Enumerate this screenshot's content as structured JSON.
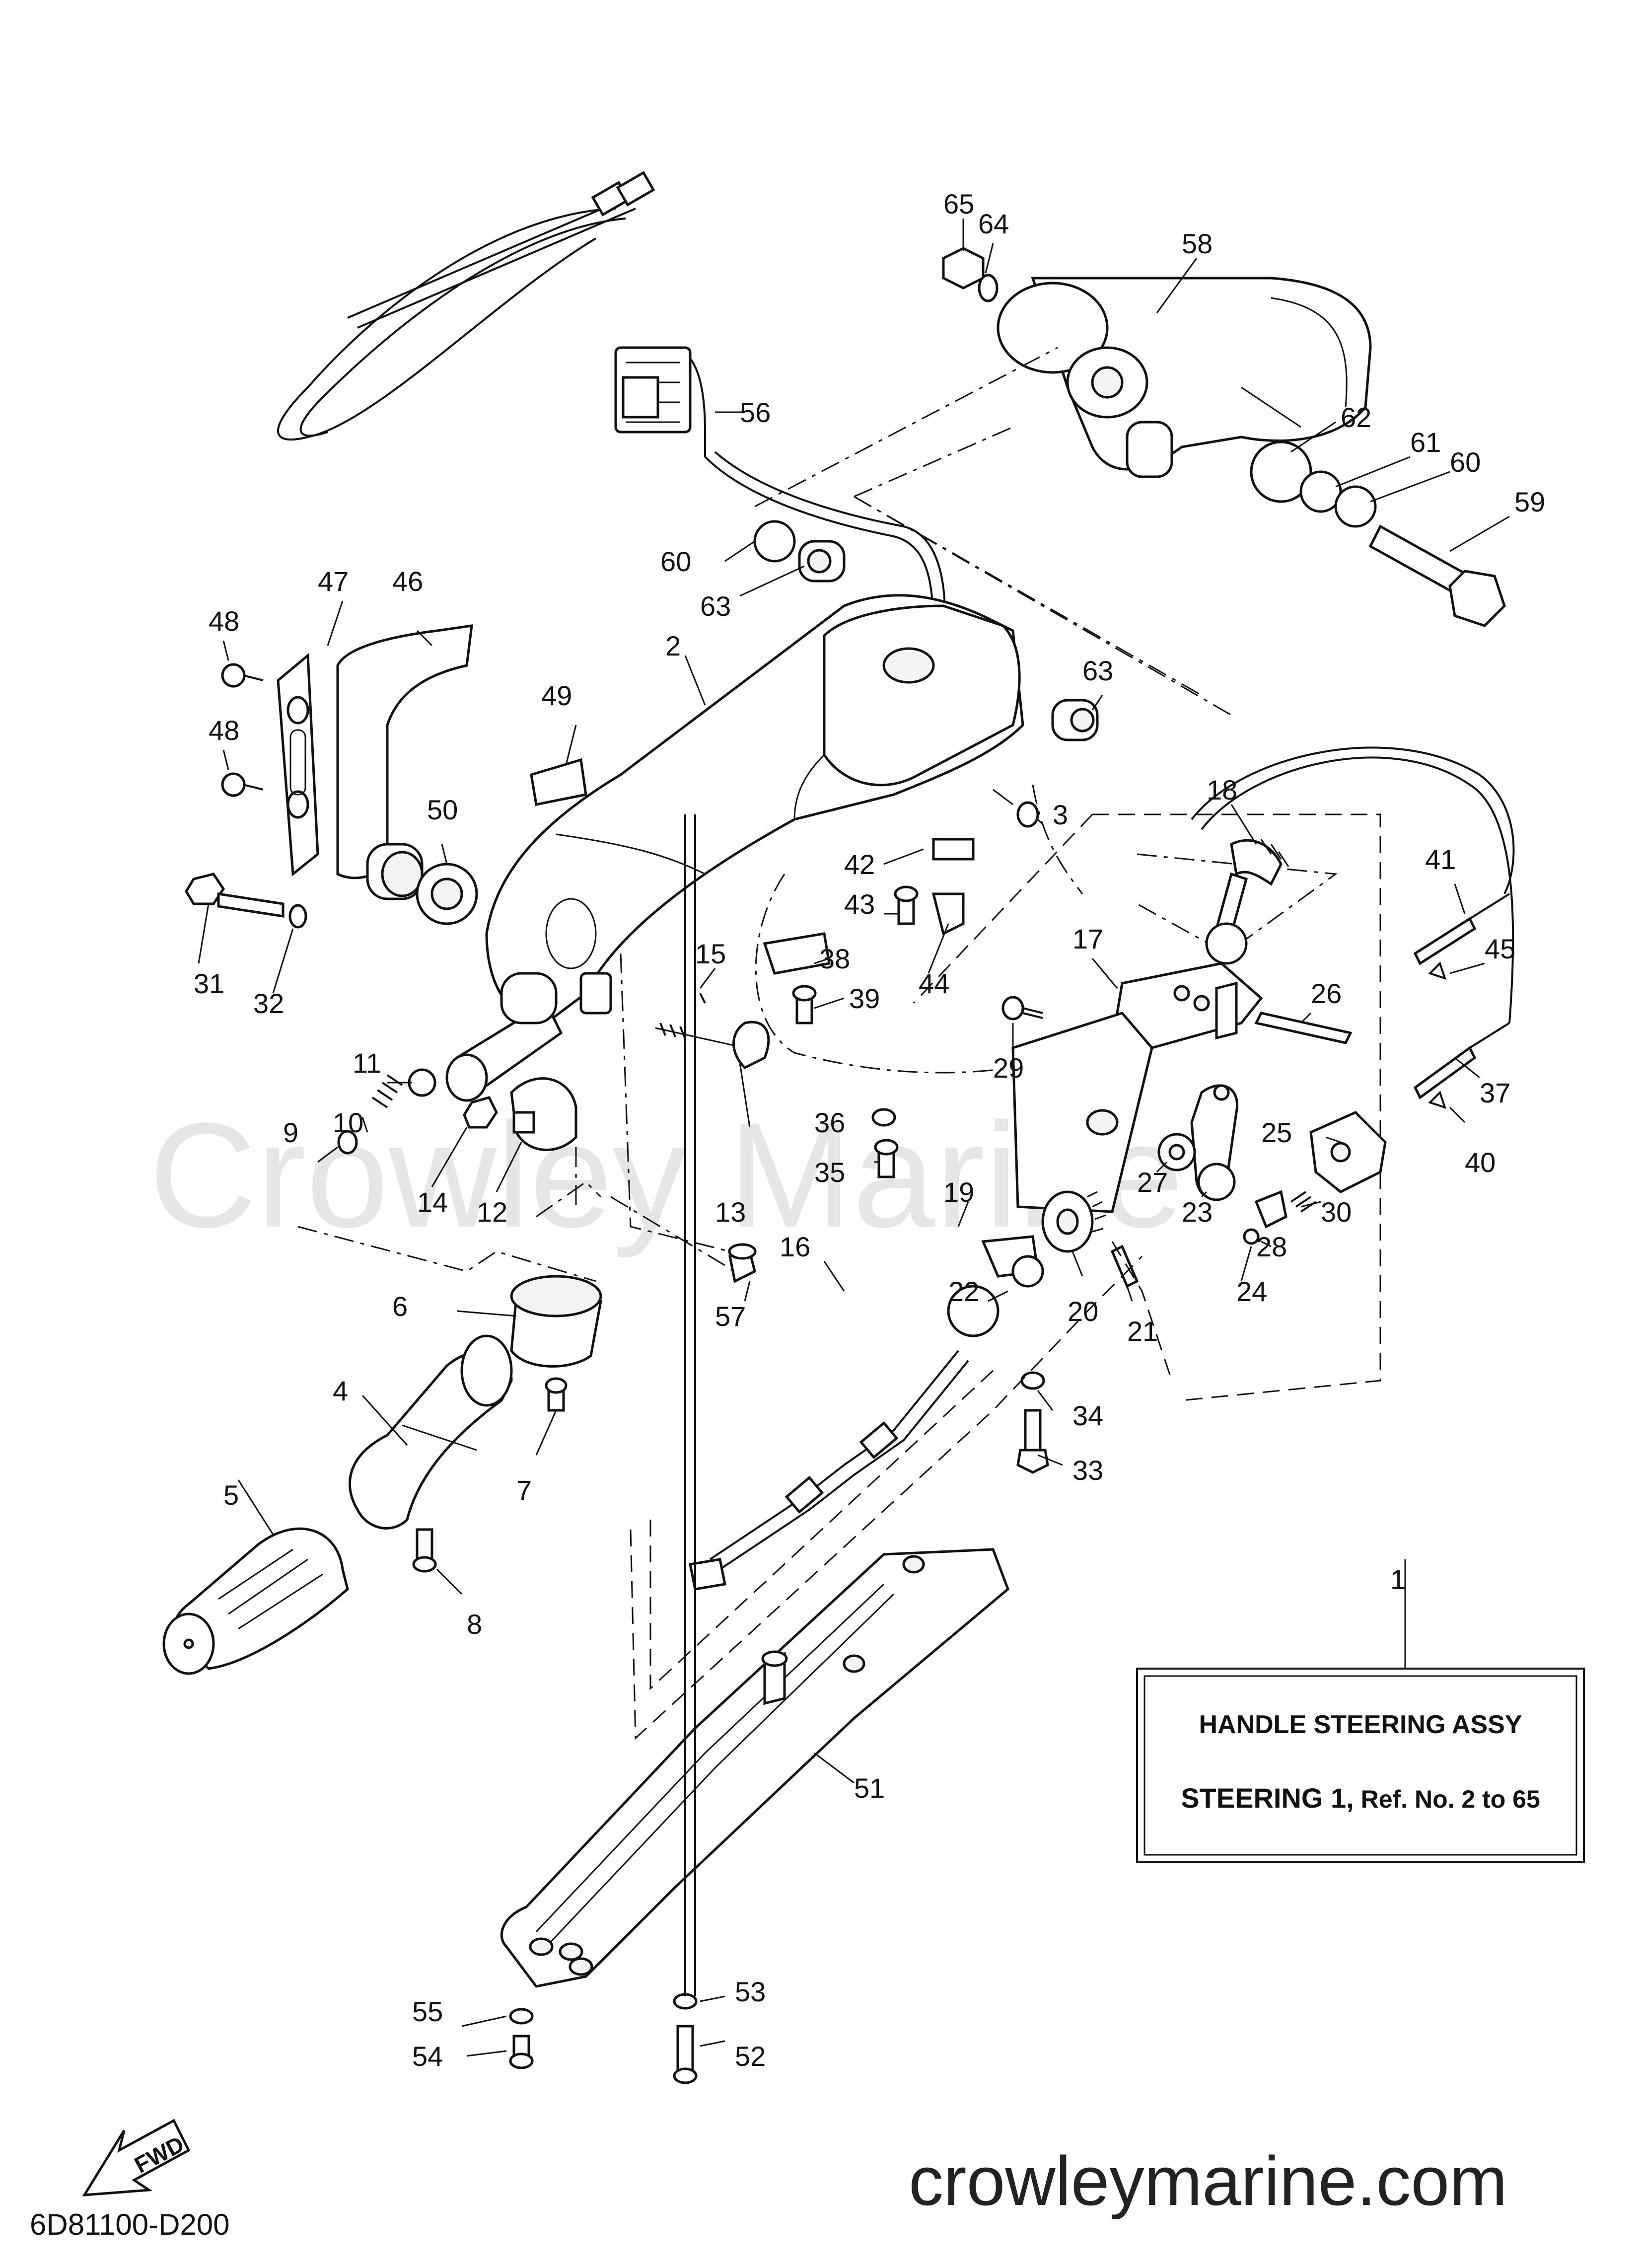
{
  "watermark": "Crowley Marine",
  "footer_site": "crowleymarine.com",
  "drawing_code": "6D81100-D200",
  "fwd_label": "FWD",
  "assy_box": {
    "ref": "1",
    "line1": "HANDLE STEERING ASSY",
    "line2_bold": "STEERING 1,",
    "line2_rest": " Ref. No. 2 to 65"
  },
  "callouts": [
    {
      "id": "65",
      "label": "65"
    },
    {
      "id": "64",
      "label": "64"
    },
    {
      "id": "58",
      "label": "58"
    },
    {
      "id": "56",
      "label": "56"
    },
    {
      "id": "62",
      "label": "62"
    },
    {
      "id": "61",
      "label": "61"
    },
    {
      "id": "60a",
      "label": "60"
    },
    {
      "id": "59",
      "label": "59"
    },
    {
      "id": "60b",
      "label": "60"
    },
    {
      "id": "63a",
      "label": "63"
    },
    {
      "id": "63b",
      "label": "63"
    },
    {
      "id": "47",
      "label": "47"
    },
    {
      "id": "46",
      "label": "46"
    },
    {
      "id": "48a",
      "label": "48"
    },
    {
      "id": "48b",
      "label": "48"
    },
    {
      "id": "2",
      "label": "2"
    },
    {
      "id": "49",
      "label": "49"
    },
    {
      "id": "3",
      "label": "3"
    },
    {
      "id": "18",
      "label": "18"
    },
    {
      "id": "50",
      "label": "50"
    },
    {
      "id": "42",
      "label": "42"
    },
    {
      "id": "41",
      "label": "41"
    },
    {
      "id": "43",
      "label": "43"
    },
    {
      "id": "45",
      "label": "45"
    },
    {
      "id": "15",
      "label": "15"
    },
    {
      "id": "38",
      "label": "38"
    },
    {
      "id": "44",
      "label": "44"
    },
    {
      "id": "17",
      "label": "17"
    },
    {
      "id": "26",
      "label": "26"
    },
    {
      "id": "31",
      "label": "31"
    },
    {
      "id": "32",
      "label": "32"
    },
    {
      "id": "39",
      "label": "39"
    },
    {
      "id": "29",
      "label": "29"
    },
    {
      "id": "11",
      "label": "11"
    },
    {
      "id": "37",
      "label": "37"
    },
    {
      "id": "10",
      "label": "10"
    },
    {
      "id": "9",
      "label": "9"
    },
    {
      "id": "36",
      "label": "36"
    },
    {
      "id": "25",
      "label": "25"
    },
    {
      "id": "40",
      "label": "40"
    },
    {
      "id": "14",
      "label": "14"
    },
    {
      "id": "12",
      "label": "12"
    },
    {
      "id": "13",
      "label": "13"
    },
    {
      "id": "35",
      "label": "35"
    },
    {
      "id": "27",
      "label": "27"
    },
    {
      "id": "19",
      "label": "19"
    },
    {
      "id": "23",
      "label": "23"
    },
    {
      "id": "30",
      "label": "30"
    },
    {
      "id": "16",
      "label": "16"
    },
    {
      "id": "28",
      "label": "28"
    },
    {
      "id": "6",
      "label": "6"
    },
    {
      "id": "57",
      "label": "57"
    },
    {
      "id": "22",
      "label": "22"
    },
    {
      "id": "20",
      "label": "20"
    },
    {
      "id": "21",
      "label": "21"
    },
    {
      "id": "24",
      "label": "24"
    },
    {
      "id": "4",
      "label": "4"
    },
    {
      "id": "7",
      "label": "7"
    },
    {
      "id": "34",
      "label": "34"
    },
    {
      "id": "5",
      "label": "5"
    },
    {
      "id": "33",
      "label": "33"
    },
    {
      "id": "8",
      "label": "8"
    },
    {
      "id": "51",
      "label": "51"
    },
    {
      "id": "53",
      "label": "53"
    },
    {
      "id": "55",
      "label": "55"
    },
    {
      "id": "54",
      "label": "54"
    },
    {
      "id": "52",
      "label": "52"
    }
  ]
}
